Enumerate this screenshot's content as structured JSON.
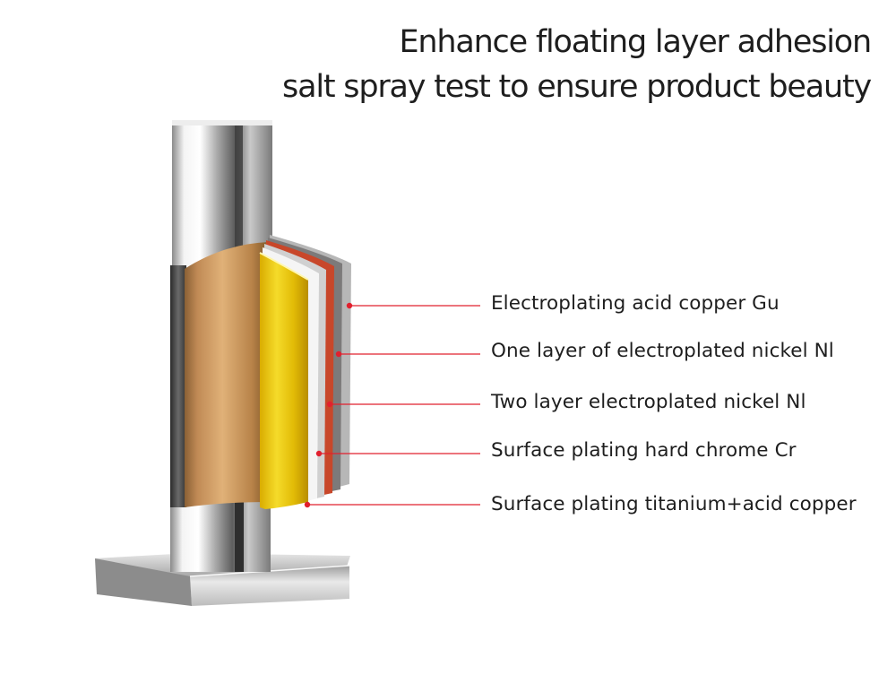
{
  "headline": {
    "line1": "Enhance floating layer adhesion",
    "line2": "salt spray test to ensure product beauty"
  },
  "layers": [
    {
      "label": "Electroplating acid copper Gu",
      "color": "#e1202e"
    },
    {
      "label": "One layer of electroplated nickel Nl",
      "color": "#e1202e"
    },
    {
      "label": "Two layer electroplated nickel Nl",
      "color": "#e1202e"
    },
    {
      "label": "Surface plating hard chrome Cr",
      "color": "#e1202e"
    },
    {
      "label": "Surface plating titanium+acid copper",
      "color": "#e1202e"
    }
  ],
  "colors": {
    "copper": "#c39154",
    "gold": "#e2bb06",
    "red": "#c8472a",
    "nickel": "#bdbdbd",
    "chrome": "#d8d8d8",
    "leader": "#e1202e"
  }
}
